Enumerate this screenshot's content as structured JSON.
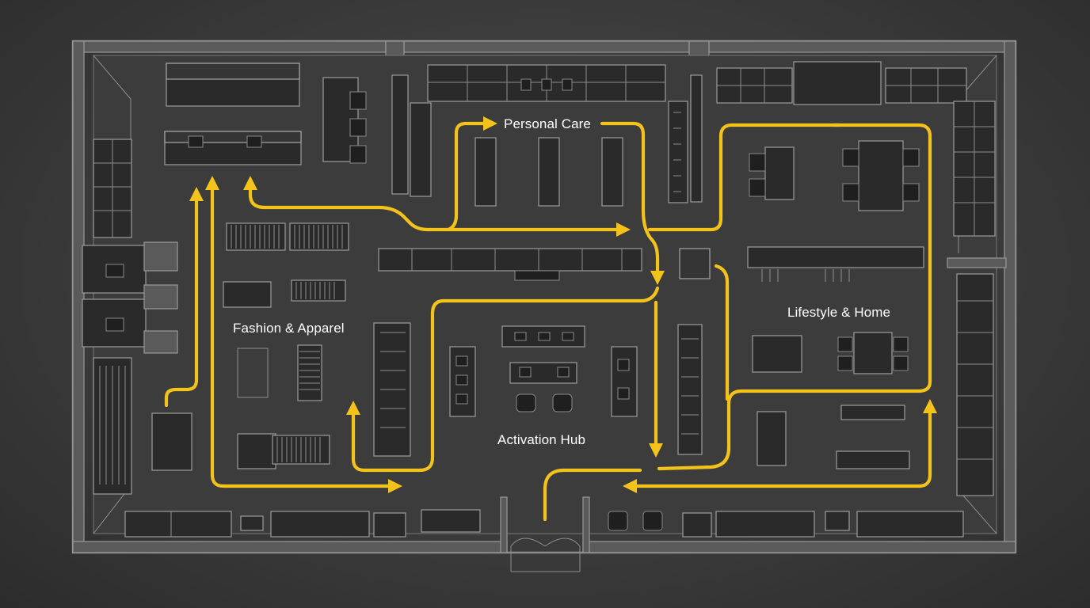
{
  "title": "",
  "zones": [
    {
      "id": "personal-care",
      "label": "Personal Care"
    },
    {
      "id": "fashion-apparel",
      "label": "Fashion & Apparel"
    },
    {
      "id": "lifestyle-home",
      "label": "Lifestyle & Home"
    },
    {
      "id": "activation-hub",
      "label": "Activation Hub"
    }
  ],
  "colors": {
    "path": "#f3c21b",
    "background": "#3b3b3b",
    "label_text": "#ffffff"
  }
}
